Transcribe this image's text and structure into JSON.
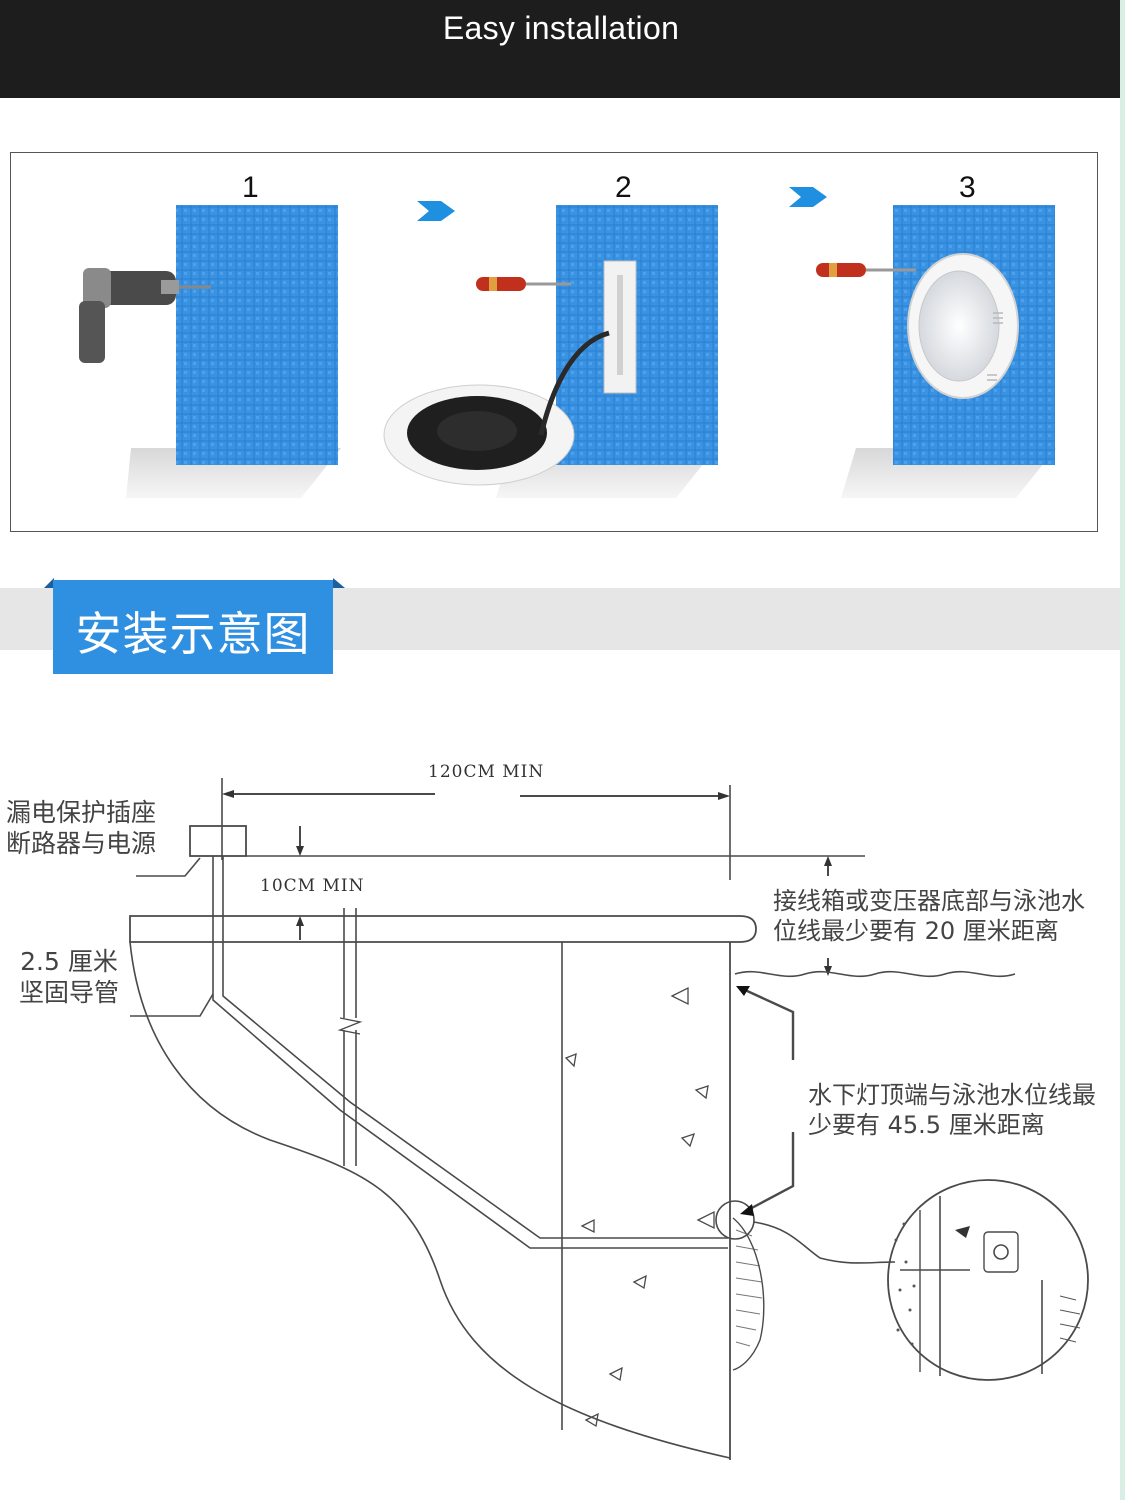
{
  "header": {
    "title": "Easy installation"
  },
  "steps": [
    {
      "number": "1"
    },
    {
      "number": "2"
    },
    {
      "number": "3"
    }
  ],
  "section": {
    "title": "安装示意图"
  },
  "diagram": {
    "dim_width": "120CM MIN",
    "dim_height": "10CM MIN",
    "label_socket_line1": "漏电保护插座",
    "label_socket_line2": "断路器与电源",
    "label_conduit_line1": "2.5 厘米",
    "label_conduit_line2": "坚固导管",
    "label_junction_line1": "接线箱或变压器底部与泳池水",
    "label_junction_line2": "位线最少要有 20 厘米距离",
    "label_light_line1": "水下灯顶端与泳池水位线最",
    "label_light_line2": "少要有 45.5 厘米距离"
  },
  "colors": {
    "header_bg": "#1d1d1d",
    "accent_blue": "#2f8fe0",
    "tile_blue": "#2c83d4",
    "band_gray": "#e6e6e6"
  }
}
